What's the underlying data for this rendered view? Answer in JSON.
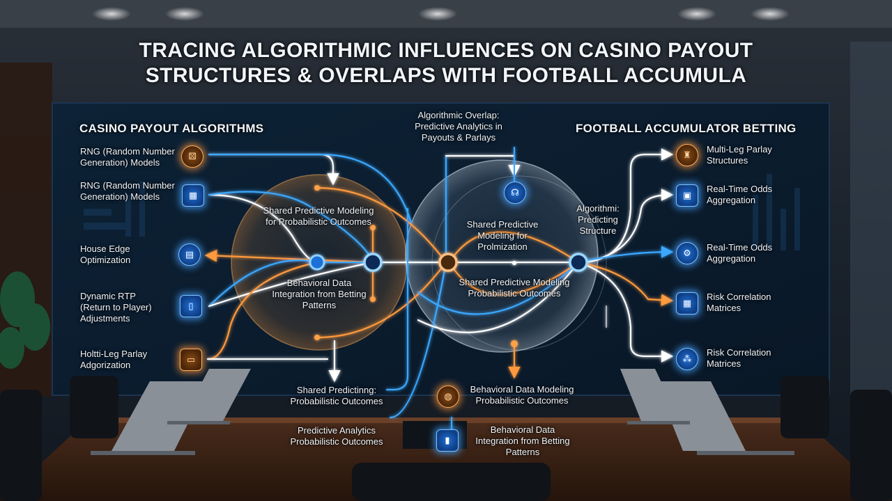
{
  "title_line1": "TRACING ALGORITHMIC INFLUENCES ON CASINO PAYOUT",
  "title_line2": "STRUCTURES & OVERLAPS WITH FOOTBALL ACCUMULA",
  "left": {
    "header": "CASINO PAYOUT ALGORITHMS",
    "items": [
      {
        "label": "RNG (Random Number Generation) Models",
        "icon": "dice-icon"
      },
      {
        "label": "RNG (Random Number Generation) Models",
        "icon": "chip-icon"
      },
      {
        "label": "House Edge Optimization",
        "icon": "document-icon"
      },
      {
        "label": "Dynamic RTP (Return to Player) Adjustments",
        "icon": "mobile-icon"
      },
      {
        "label": "Holtti-Leg Parlay Adgorization",
        "icon": "ticket-icon"
      }
    ]
  },
  "right": {
    "header": "FOOTBALL ACCUMULATOR BETTING",
    "items": [
      {
        "label": "Multi-Leg Parlay Structures",
        "icon": "trophy-icon"
      },
      {
        "label": "Real-Time Odds Aggregation",
        "icon": "monitor-icon"
      },
      {
        "label": "Real-Time Odds Aggregation",
        "icon": "gear-icon"
      },
      {
        "label": "Risk Correlation Matrices",
        "icon": "matrix-icon"
      },
      {
        "label": "Risk Correlation Matrices",
        "icon": "network-icon"
      }
    ]
  },
  "center": {
    "top_label": "Algorithmic Overlap: Predictive Analytics in Payouts & Parlays",
    "left_circle_label": "Shared Predictive Modeling for Probabilistic Outcomes",
    "left_circle_lower": "Behavioral Data Integration from Betting Patterns",
    "right_circle_label": "Shared Predictive Modeling for Prolmization",
    "right_circle_lower": "Shared Predictive Modeling Probabilistic Outcomes",
    "right_side_label": "Algorithmi: Predicting Structure",
    "bottom_left_1": "Shared Predictinng: Probabilistic Outcomes",
    "bottom_left_2": "Predictive Analytics Probabilistic Outcomes",
    "bottom_mid_1": "Behavioral Data Modeling Probabilistic Outcomes",
    "bottom_mid_2": "Behavioral Data Integration from Betting Patterns"
  },
  "colors": {
    "blue": "#3aa8ff",
    "orange": "#ff9a3c",
    "white": "#ffffff"
  }
}
